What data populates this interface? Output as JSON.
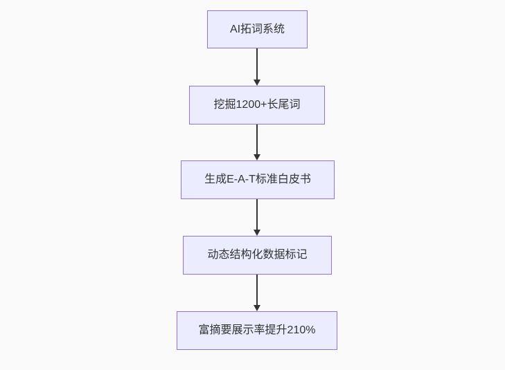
{
  "diagram": {
    "type": "flowchart-top-down",
    "background_color": "#fafafa",
    "node_fill_color": "#ececff",
    "node_border_color": "#9370db",
    "text_color": "#333333",
    "arrow_color": "#333333",
    "nodes": [
      {
        "id": "A",
        "label": "AI拓词系统"
      },
      {
        "id": "B",
        "label": "挖掘1200+长尾词"
      },
      {
        "id": "C",
        "label": "生成E-A-T标准白皮书"
      },
      {
        "id": "D",
        "label": "动态结构化数据标记"
      },
      {
        "id": "E",
        "label": "富摘要展示率提升210%"
      }
    ],
    "edges": [
      {
        "from": "A",
        "to": "B"
      },
      {
        "from": "B",
        "to": "C"
      },
      {
        "from": "C",
        "to": "D"
      },
      {
        "from": "D",
        "to": "E"
      }
    ]
  }
}
